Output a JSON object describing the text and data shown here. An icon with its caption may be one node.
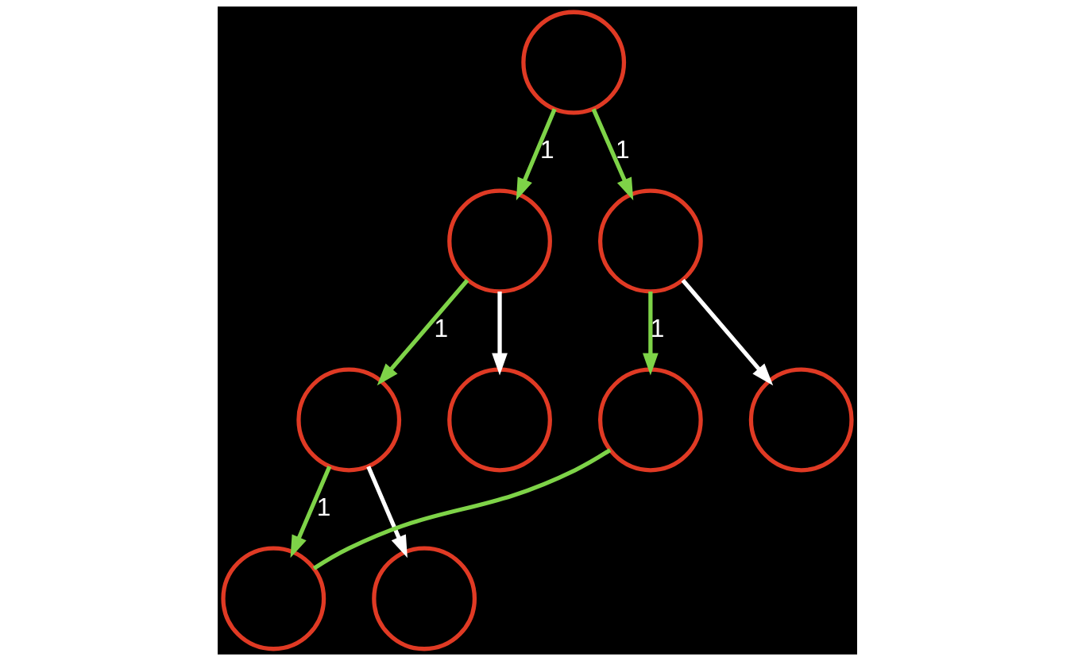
{
  "diagram": {
    "nodes": [
      {
        "text": [],
        "shape": "circle"
      },
      {
        "text": [],
        "shape": "circle"
      },
      {
        "text": [],
        "shape": "circle"
      },
      {
        "text": [],
        "shape": "circle"
      },
      {
        "text": [],
        "shape": "circle"
      },
      {
        "text": [],
        "shape": "circle"
      },
      {
        "text": [],
        "shape": "circle"
      },
      {
        "text": [],
        "shape": "circle"
      },
      {
        "text": [],
        "shape": "circle"
      }
    ],
    "edges": [
      {
        "from": 0,
        "to": 1,
        "arrow": "to",
        "label": "1"
      },
      {
        "from": 0,
        "to": 2,
        "arrow": "to",
        "label": "1"
      },
      {
        "from": 1,
        "to": 3,
        "arrow": "to",
        "label": "1"
      },
      {
        "from": 1,
        "to": 4,
        "arrow": "to",
        "color": "#ffffff"
      },
      {
        "from": 2,
        "to": 5,
        "arrow": "to",
        "label": "1"
      },
      {
        "from": 2,
        "to": 6,
        "arrow": "to",
        "color": "#ffffff"
      },
      {
        "from": 3,
        "to": 7,
        "arrow": "to",
        "label": "1"
      },
      {
        "from": 3,
        "to": 8,
        "arrow": "to",
        "color": "#ffffff"
      },
      {
        "from": 7,
        "to": 5,
        "arrow": "none"
      }
    ]
  }
}
